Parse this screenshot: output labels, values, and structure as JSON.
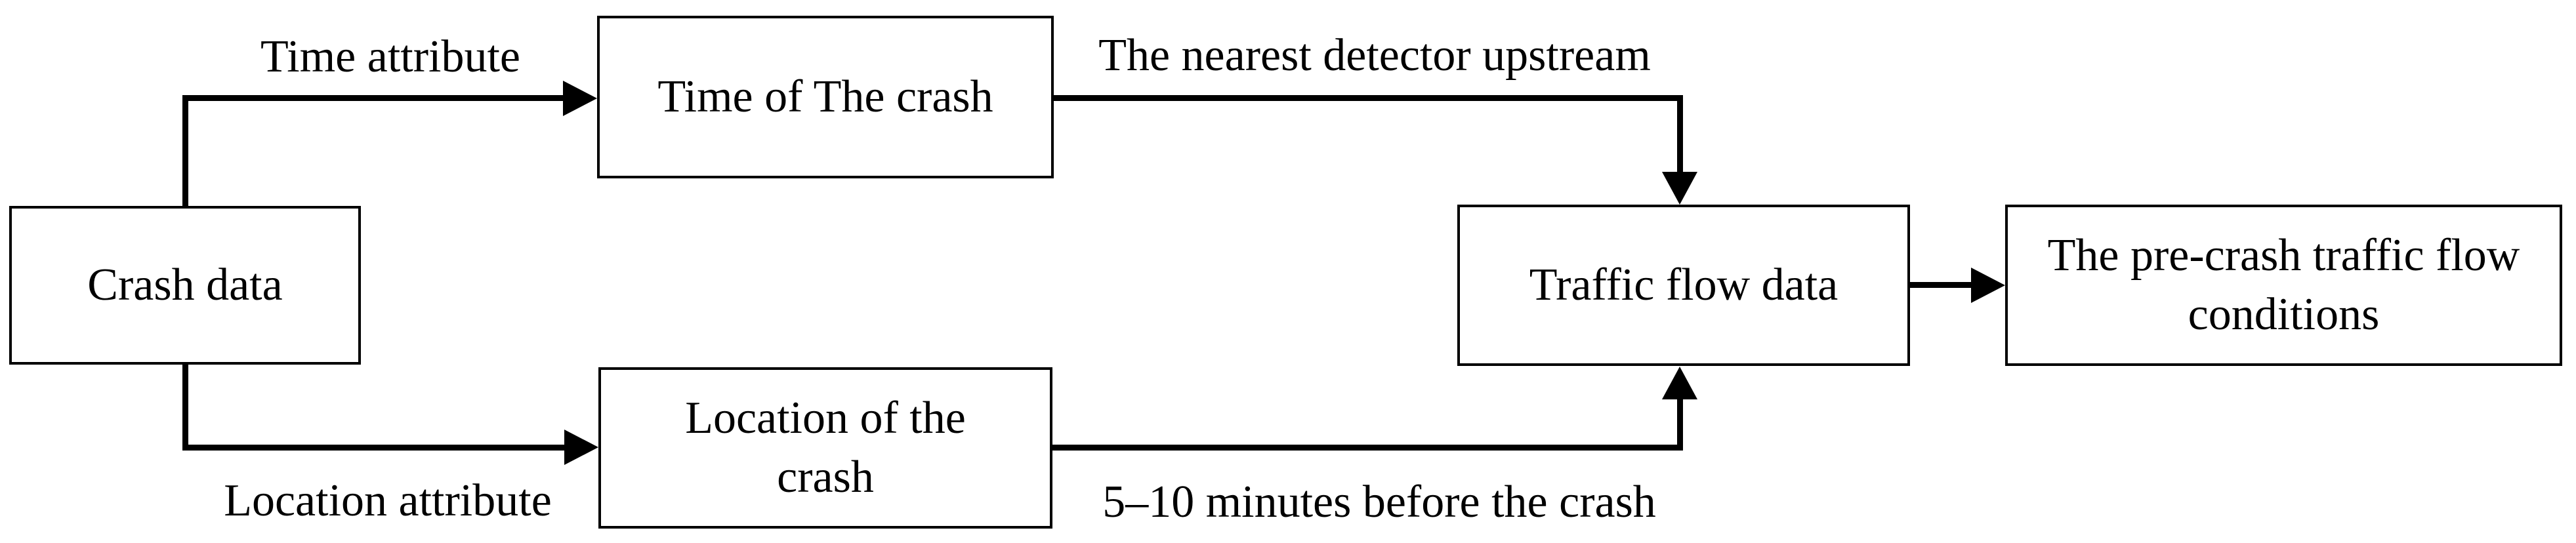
{
  "figure": {
    "colors": {
      "background": "#ffffff",
      "line": "#000000",
      "box_fill": "#ffffff",
      "text": "#000000"
    },
    "boxes": {
      "crash_data": {
        "label": "Crash data"
      },
      "time_of_crash": {
        "label": "Time of The crash"
      },
      "location_of_crash": {
        "label": "Location of the\ncrash"
      },
      "traffic_flow_data": {
        "label": "Traffic flow data"
      },
      "pre_crash_conditions": {
        "label": "The pre-crash traffic flow\nconditions"
      }
    },
    "edge_labels": {
      "time_attribute": "Time attribute",
      "location_attribute": "Location attribute",
      "nearest_detector": "The nearest detector upstream",
      "minutes_before": "5–10 minutes before the crash"
    }
  }
}
